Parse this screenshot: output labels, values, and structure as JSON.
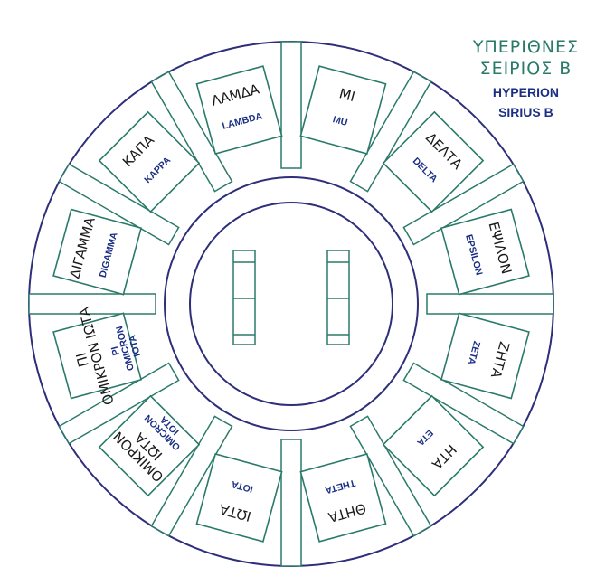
{
  "title": {
    "greek_line1": "ΥΠΕΡΙΘΝΕΣ",
    "greek_line2": "ΣΕΙΡΙΟΣ Β",
    "english_line1": "HYPERION",
    "english_line2": "SIRIUS B"
  },
  "colors": {
    "ring": "#2e2f7a",
    "panel": "#2a7a6a",
    "name": "#1b2f86",
    "greek": "#1a1a1a"
  },
  "panels": [
    {
      "key": "mu",
      "greek": "ΜΙ",
      "name": "MU"
    },
    {
      "key": "delta",
      "greek": "ΔΕΛΤΑ",
      "name": "DELTA"
    },
    {
      "key": "epsilon",
      "greek": "ΕΨΙΛΟΝ",
      "name": "EPSILON"
    },
    {
      "key": "zeta",
      "greek": "ΖΗΤΑ",
      "name": "ZETA"
    },
    {
      "key": "eta",
      "greek": "ΗΤΑ",
      "name": "ETA"
    },
    {
      "key": "theta",
      "greek": "ΘΗΤΑ",
      "name": "THETA"
    },
    {
      "key": "iota",
      "greek": "ΙΩΤΑ",
      "name": "IOTA"
    },
    {
      "key": "omicron-iota",
      "greek": "ΟΜΙΚΡΟΝ ΙΩΤΑ",
      "name": "OMICRON IOTA"
    },
    {
      "key": "pi-omicron-iota",
      "greek": "ΠΙ ΟΜΙΚΡΟΝ ΙΩΤΑ",
      "name": "PI OMICRON IOTA"
    },
    {
      "key": "digamma",
      "greek": "ΔΙΓΑΜΜΑ",
      "name": "DIGAMMA"
    },
    {
      "key": "kappa",
      "greek": "ΚΑΠΑ",
      "name": "KAPPA"
    },
    {
      "key": "lambda",
      "greek": "ΛΑΜΔΑ",
      "name": "LAMBDA"
    }
  ]
}
